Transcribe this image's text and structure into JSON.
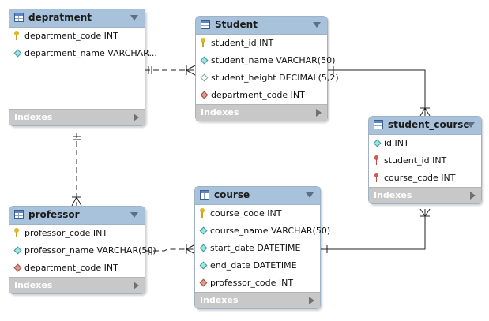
{
  "entities": {
    "depratment": {
      "title": "depratment",
      "columns": [
        {
          "text": "department_code INT",
          "icon": "primary-key-icon"
        },
        {
          "text": "department_name VARCHAR...",
          "icon": "column-diamond-icon"
        }
      ],
      "indexes_label": "Indexes"
    },
    "student": {
      "title": "Student",
      "columns": [
        {
          "text": "student_id INT",
          "icon": "primary-key-icon"
        },
        {
          "text": "student_name VARCHAR(50)",
          "icon": "column-diamond-icon"
        },
        {
          "text": "student_height DECIMAL(5,2)",
          "icon": "nullable-column-icon"
        },
        {
          "text": "department_code INT",
          "icon": "foreign-key-icon"
        }
      ],
      "indexes_label": "Indexes"
    },
    "student_course": {
      "title": "student_course",
      "columns": [
        {
          "text": "id INT",
          "icon": "column-diamond-icon"
        },
        {
          "text": "student_id INT",
          "icon": "foreign-key-pin-icon"
        },
        {
          "text": "course_code INT",
          "icon": "foreign-key-pin-icon"
        }
      ],
      "indexes_label": "Indexes"
    },
    "professor": {
      "title": "professor",
      "columns": [
        {
          "text": "professor_code INT",
          "icon": "primary-key-icon"
        },
        {
          "text": "professor_name VARCHAR(50)",
          "icon": "column-diamond-icon"
        },
        {
          "text": "department_code INT",
          "icon": "foreign-key-icon"
        }
      ],
      "indexes_label": "Indexes"
    },
    "course": {
      "title": "course",
      "columns": [
        {
          "text": "course_code INT",
          "icon": "primary-key-icon"
        },
        {
          "text": "course_name VARCHAR(50)",
          "icon": "column-diamond-icon"
        },
        {
          "text": "start_date DATETIME",
          "icon": "column-diamond-icon"
        },
        {
          "text": "end_date DATETIME",
          "icon": "column-diamond-icon"
        },
        {
          "text": "professor_code INT",
          "icon": "foreign-key-icon"
        }
      ],
      "indexes_label": "Indexes"
    }
  },
  "colors": {
    "header": "#a8c2dc",
    "footer": "#c8c8c8",
    "connector": "#222222"
  }
}
